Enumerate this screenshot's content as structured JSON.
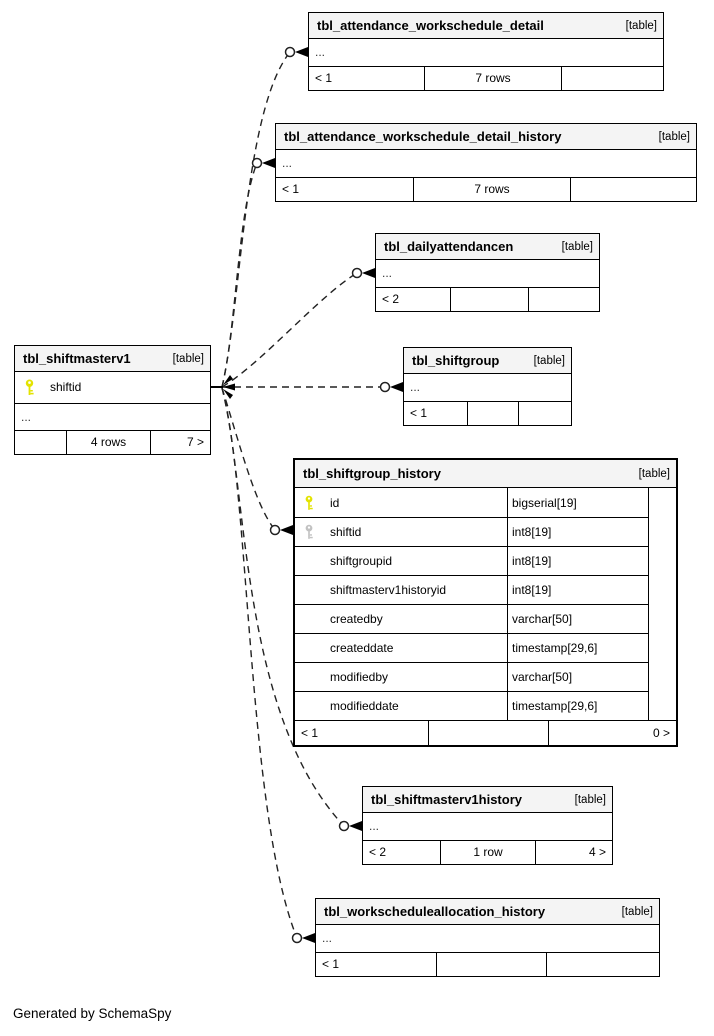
{
  "credit": "Generated by SchemaSpy",
  "tables": [
    {
      "name": "tbl_attendance_workschedule_detail",
      "badge": "[table]",
      "ellipsis": "...",
      "footer": {
        "left": "< 1",
        "center": "7 rows",
        "right": ""
      }
    },
    {
      "name": "tbl_attendance_workschedule_detail_history",
      "badge": "[table]",
      "ellipsis": "...",
      "footer": {
        "left": "< 1",
        "center": "7 rows",
        "right": ""
      }
    },
    {
      "name": "tbl_dailyattendancen",
      "badge": "[table]",
      "ellipsis": "...",
      "footer": {
        "left": "< 2",
        "center": "",
        "right": ""
      }
    },
    {
      "name": "tbl_shiftgroup",
      "badge": "[table]",
      "ellipsis": "...",
      "footer": {
        "left": "< 1",
        "center": "",
        "right": ""
      }
    },
    {
      "name": "tbl_shiftmasterv1",
      "badge": "[table]",
      "ellipsis": "...",
      "columns": [
        {
          "name": "shiftid",
          "key": "primary"
        }
      ],
      "footer": {
        "left": "",
        "center": "4 rows",
        "right": "7 >"
      }
    },
    {
      "name": "tbl_shiftgroup_history",
      "badge": "[table]",
      "columns": [
        {
          "name": "id",
          "type": "bigserial[19]",
          "key": "primary"
        },
        {
          "name": "shiftid",
          "type": "int8[19]",
          "key": "foreign"
        },
        {
          "name": "shiftgroupid",
          "type": "int8[19]",
          "key": ""
        },
        {
          "name": "shiftmasterv1historyid",
          "type": "int8[19]",
          "key": ""
        },
        {
          "name": "createdby",
          "type": "varchar[50]",
          "key": ""
        },
        {
          "name": "createddate",
          "type": "timestamp[29,6]",
          "key": ""
        },
        {
          "name": "modifiedby",
          "type": "varchar[50]",
          "key": ""
        },
        {
          "name": "modifieddate",
          "type": "timestamp[29,6]",
          "key": ""
        }
      ],
      "footer": {
        "left": "< 1",
        "center": "",
        "right": "0 >"
      }
    },
    {
      "name": "tbl_shiftmasterv1history",
      "badge": "[table]",
      "ellipsis": "...",
      "footer": {
        "left": "< 2",
        "center": "1 row",
        "right": "4 >"
      }
    },
    {
      "name": "tbl_workscheduleallocation_history",
      "badge": "[table]",
      "ellipsis": "...",
      "footer": {
        "left": "< 1",
        "center": "",
        "right": ""
      }
    }
  ],
  "relationships": [
    {
      "from": "tbl_shiftmasterv1.shiftid",
      "to": "tbl_attendance_workschedule_detail"
    },
    {
      "from": "tbl_shiftmasterv1.shiftid",
      "to": "tbl_attendance_workschedule_detail_history"
    },
    {
      "from": "tbl_shiftmasterv1.shiftid",
      "to": "tbl_dailyattendancen"
    },
    {
      "from": "tbl_shiftmasterv1.shiftid",
      "to": "tbl_shiftgroup"
    },
    {
      "from": "tbl_shiftmasterv1.shiftid",
      "to": "tbl_shiftgroup_history.shiftid"
    },
    {
      "from": "tbl_shiftmasterv1.shiftid",
      "to": "tbl_shiftmasterv1history"
    },
    {
      "from": "tbl_shiftmasterv1.shiftid",
      "to": "tbl_workscheduleallocation_history"
    }
  ]
}
